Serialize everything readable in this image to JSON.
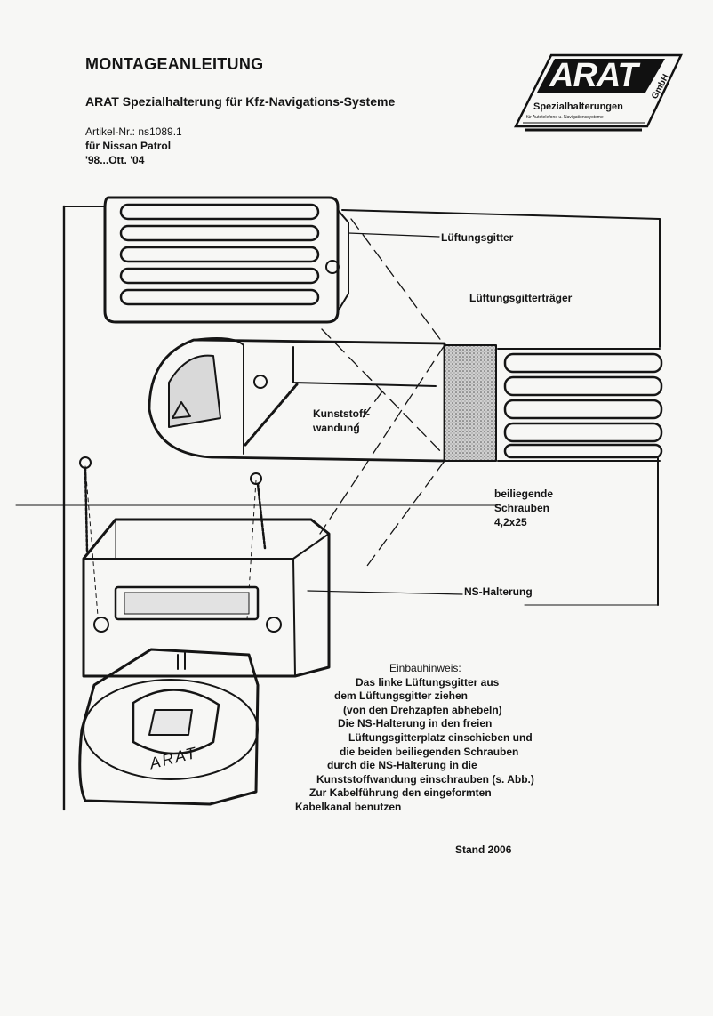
{
  "doc": {
    "title": "MONTAGEANLEITUNG",
    "subtitle": "ARAT Spezialhalterung für Kfz-Navigations-Systeme",
    "article_no": "Artikel-Nr.: ns1089.1",
    "vehicle": "für Nissan Patrol",
    "years": "'98...Ott. '04"
  },
  "logo": {
    "brand": "ARAT",
    "suffix": "GmbH",
    "tagline": "Spezialhalterungen",
    "small_print": "für Autotelefone u. Navigationssysteme"
  },
  "labels": {
    "lueftungsgitter": "Lüftungsgitter",
    "lueftungsgittertraeger": "Lüftungsgitterträger",
    "kunststoffwandung_1": "Kunststoff-",
    "kunststoffwandung_2": "wandung",
    "schrauben_1": "beiliegende",
    "schrauben_2": "Schrauben",
    "schrauben_3": "4,2x25",
    "ns_halterung": "NS-Halterung",
    "mount_stamp": "ARAT"
  },
  "note": {
    "heading": "Einbauhinweis:",
    "lines": [
      "Das linke Lüftungsgitter aus",
      "dem Lüftungsgitter ziehen",
      "(von den Drehzapfen abhebeln)",
      "Die NS-Halterung in den freien",
      "Lüftungsgitterplatz einschieben und",
      "die beiden beiliegenden Schrauben",
      "durch die NS-Halterung in die",
      "Kunststoffwandung einschrauben (s. Abb.)",
      "Zur Kabelführung den eingeformten",
      "Kabelkanal benutzen"
    ]
  },
  "footer": {
    "stand": "Stand 2006"
  }
}
